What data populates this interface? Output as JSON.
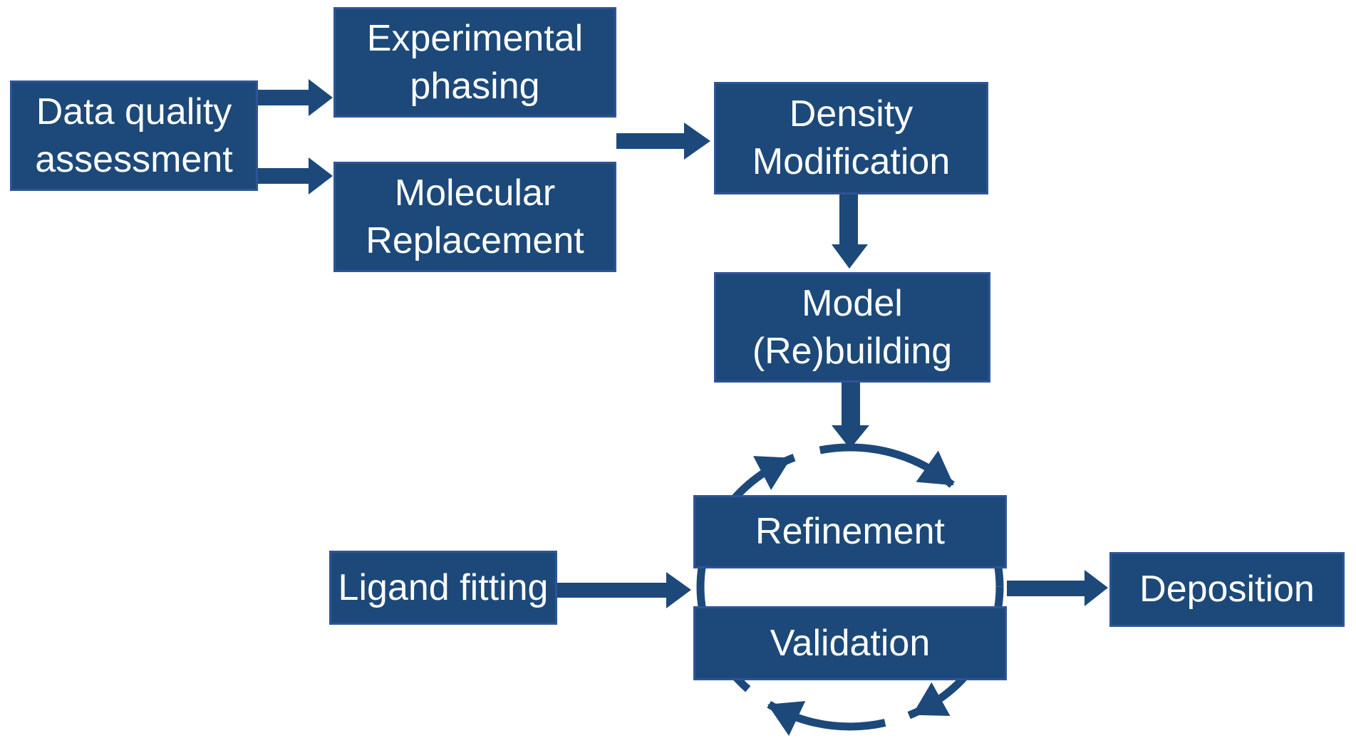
{
  "page": {
    "kind": "workflow-diagram"
  },
  "colors": {
    "page_background": "#ffffff",
    "box_fill": "#1C4979",
    "box_border": "#2F5496",
    "box_text": "#ffffff",
    "arrow_fill": "#1C4979"
  },
  "diagram": {
    "boxes": {
      "data_quality": {
        "label": "Data quality\nassessment"
      },
      "experimental_phasing": {
        "label": "Experimental\nphasing"
      },
      "molecular_replacement": {
        "label": "Molecular\nReplacement"
      },
      "density_modification": {
        "label": "Density\nModification"
      },
      "model_rebuilding": {
        "label": "Model\n(Re)building"
      },
      "refinement": {
        "label": "Refinement"
      },
      "validation": {
        "label": "Validation"
      },
      "ligand_fitting": {
        "label": "Ligand fitting"
      },
      "deposition": {
        "label": "Deposition"
      }
    },
    "connections": [
      {
        "from": "data_quality",
        "to": "experimental_phasing",
        "type": "straight-arrow"
      },
      {
        "from": "data_quality",
        "to": "molecular_replacement",
        "type": "straight-arrow"
      },
      {
        "from": "experimental_phasing / molecular_replacement",
        "to": "density_modification",
        "type": "straight-arrow"
      },
      {
        "from": "density_modification",
        "to": "model_rebuilding",
        "type": "straight-arrow"
      },
      {
        "from": "model_rebuilding",
        "to": "refinement_validation_cycle",
        "type": "straight-arrow"
      },
      {
        "from": "ligand_fitting",
        "to": "refinement_validation_cycle",
        "type": "straight-arrow"
      },
      {
        "from": "refinement_validation_cycle",
        "to": "deposition",
        "type": "straight-arrow"
      },
      {
        "from": "refinement",
        "to": "validation",
        "type": "clockwise-cycle"
      }
    ]
  }
}
